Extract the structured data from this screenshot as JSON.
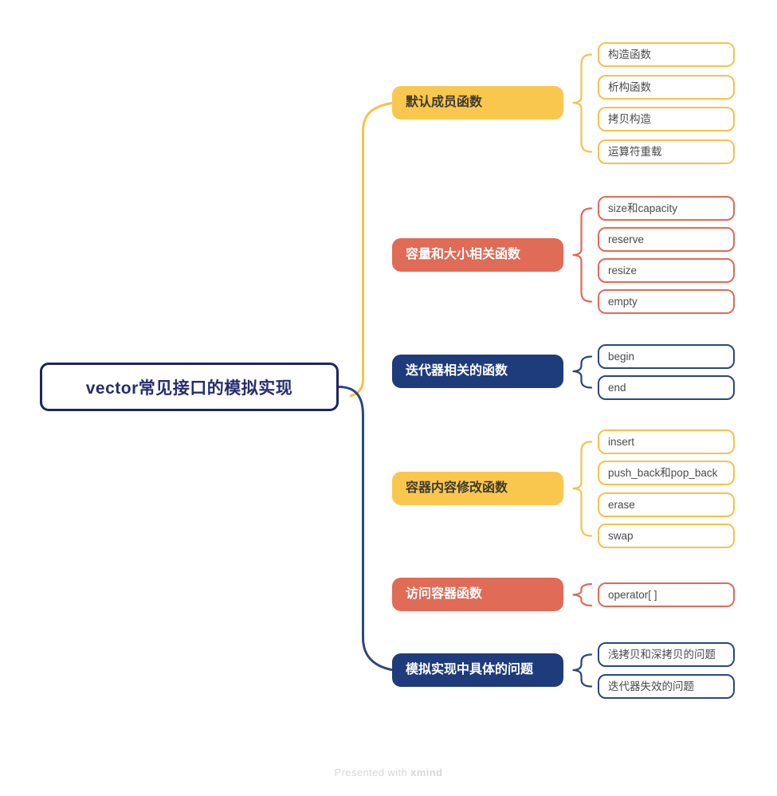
{
  "palette": {
    "yellow": "#FAC74E",
    "yellow_border": "#F7C14C",
    "red": "#E06B56",
    "red_border": "#E06B56",
    "navy": "#1E3C7B",
    "navy_border": "#2B4681",
    "root_border": "#1C2565",
    "root_text": "#272D6E",
    "dark_text": "#3E3A31",
    "child_text": "#4A4A4A",
    "footer_text": "#D8D8D8"
  },
  "root": {
    "label": "vector常见接口的模拟实现"
  },
  "branches": [
    {
      "label": "默认成员函数",
      "color": "yellow",
      "children": [
        "构造函数",
        "析构函数",
        "拷贝构造",
        "运算符重载"
      ]
    },
    {
      "label": "容量和大小相关函数",
      "color": "red",
      "children": [
        "size和capacity",
        "reserve",
        "resize",
        "empty"
      ]
    },
    {
      "label": "迭代器相关的函数",
      "color": "navy",
      "children": [
        "begin",
        "end"
      ]
    },
    {
      "label": "容器内容修改函数",
      "color": "yellow",
      "children": [
        "insert",
        "push_back和pop_back",
        "erase",
        "swap"
      ]
    },
    {
      "label": "访问容器函数",
      "color": "red",
      "children": [
        "operator[ ]"
      ]
    },
    {
      "label": "模拟实现中具体的问题",
      "color": "navy",
      "children": [
        "浅拷贝和深拷贝的问题",
        "迭代器失效的问题"
      ]
    }
  ],
  "footer": {
    "prefix": "Presented with ",
    "brand": "xmind"
  }
}
